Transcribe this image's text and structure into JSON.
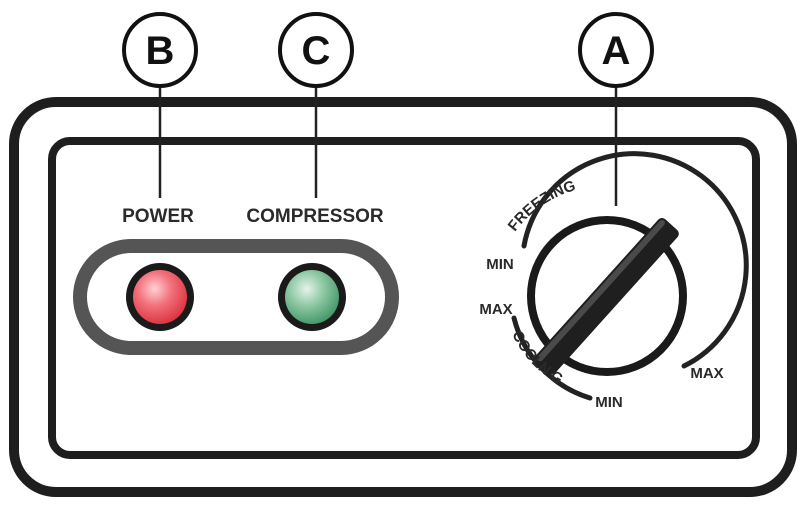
{
  "callouts": {
    "a": "A",
    "b": "B",
    "c": "C"
  },
  "labels": {
    "power": "POWER",
    "compressor": "COMPRESSOR"
  },
  "dial": {
    "freezing": "FREEZING",
    "cooling": "COOLN G",
    "min_upper": "MIN",
    "max_upper": "MAX",
    "max_lower": "MAX",
    "min_lower": "MIN"
  },
  "indicators": {
    "power_color": "#e8454f",
    "compressor_color": "#4fa373"
  }
}
